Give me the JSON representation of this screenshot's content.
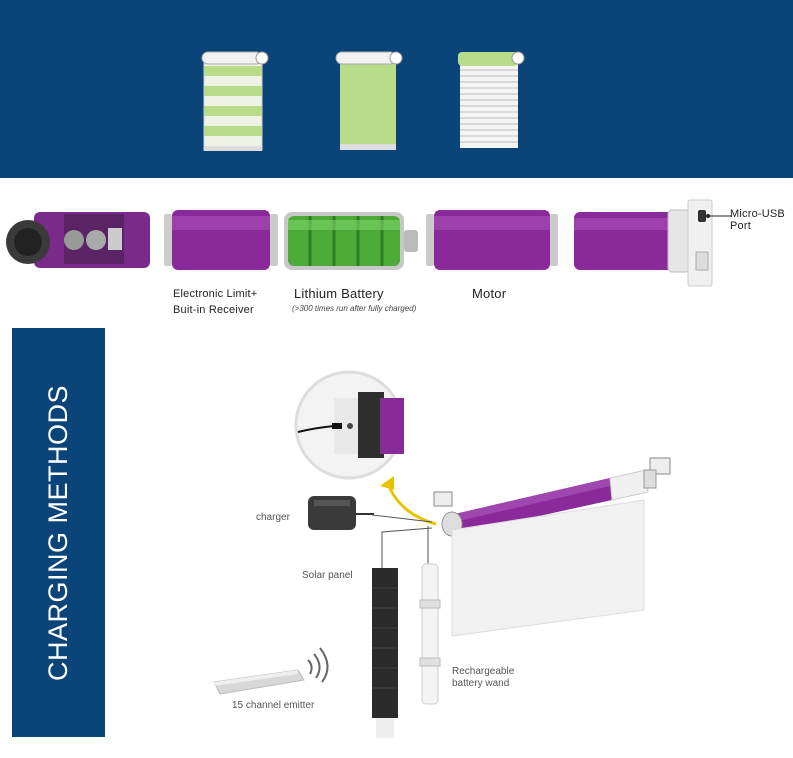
{
  "components": {
    "receiver_label_1": "Electronic Limit+",
    "receiver_label_2": "Buit-in Receiver",
    "battery_label": "Lithium Battery",
    "battery_note": "(>300 times run after fully charged)",
    "motor_label": "Motor",
    "port_label_1": "Micro-USB",
    "port_label_2": "Port"
  },
  "charging": {
    "title": "CHARGING METHODS",
    "charger_label": "charger",
    "solar_label": "Solar panel",
    "wand_label_1": "Rechargeable",
    "wand_label_2": "battery wand",
    "emitter_label": "15 channel emitter"
  },
  "colors": {
    "banner": "#0b4479",
    "motor_purple": "#8a2a9a",
    "battery_green": "#4caa36",
    "blind_green": "#b8dc8a"
  }
}
